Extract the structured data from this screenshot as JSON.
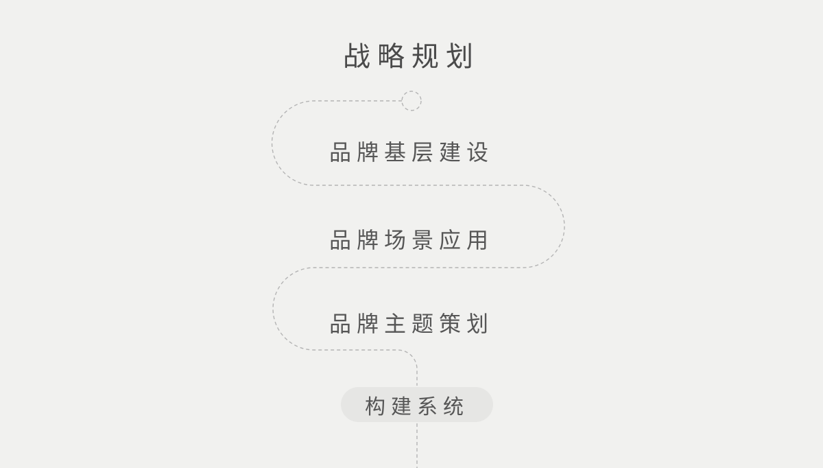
{
  "diagram": {
    "title": "战略规划",
    "steps": [
      {
        "label": "品牌基层建设"
      },
      {
        "label": "品牌场景应用"
      },
      {
        "label": "品牌主题策划"
      }
    ],
    "result_node": {
      "label": "构建系统"
    },
    "colors": {
      "background": "#f1f1ef",
      "dashed_line": "#b4b4b4",
      "title_text": "#4a4a4a",
      "step_text": "#565656",
      "node_background": "#e6e6e4"
    }
  }
}
